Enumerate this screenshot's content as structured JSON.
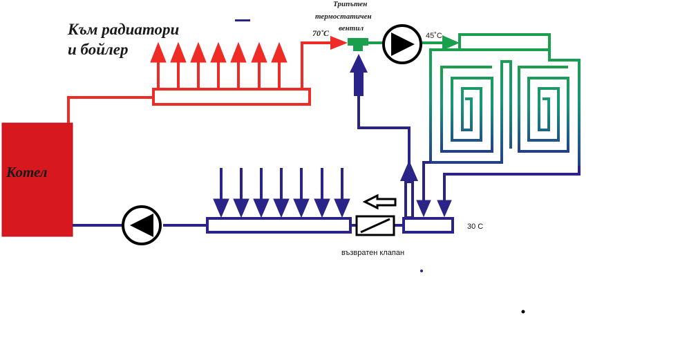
{
  "labels": {
    "to_radiators_line1": "Към радиатори",
    "to_radiators_line2": "и бойлер",
    "boiler": "Котел",
    "valve_line1": "Трипътен",
    "valve_line2": "термостатичен",
    "valve_line3": "вентил",
    "temp_supply": "70˚C",
    "temp_floor": "45˚C",
    "temp_return": "30 C",
    "check_valve": "възвратен клапан"
  },
  "colors": {
    "hot": "#ee2b24",
    "cold": "#2a2388",
    "floor": "#1aa04c",
    "boiler_fill": "#d7191f",
    "black": "#000000"
  },
  "icons": {
    "pump": "pump-icon",
    "check_valve": "check-valve-icon"
  }
}
